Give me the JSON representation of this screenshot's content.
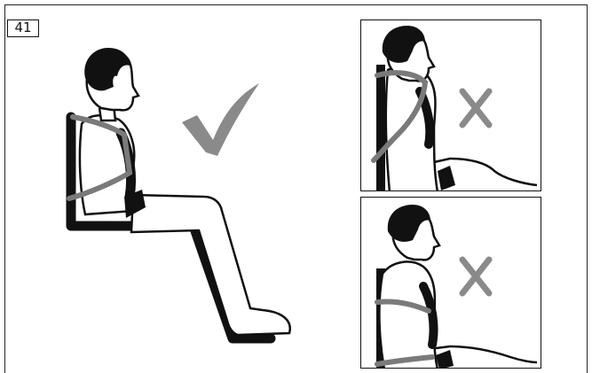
{
  "figure": {
    "number": "41",
    "correct_mark_icon": "check-mark",
    "incorrect_mark_icon": "x-mark",
    "colors": {
      "outline": "#111111",
      "belt_gray": "#7a7a7a",
      "mark_gray": "#8a8a8a"
    }
  }
}
